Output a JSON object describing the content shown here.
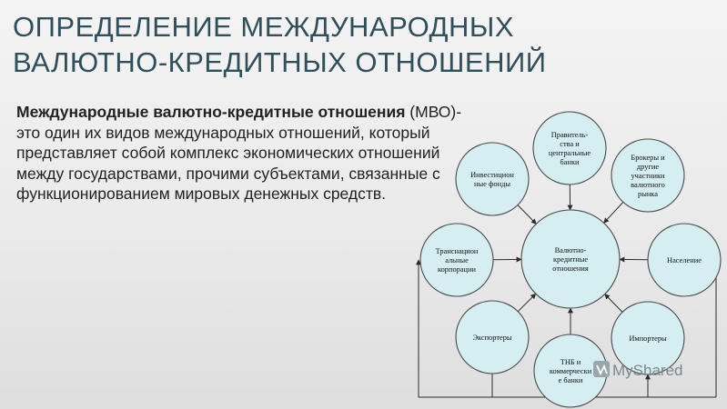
{
  "title": {
    "line1": "ОПРЕДЕЛЕНИЕ МЕЖДУНАРОДНЫХ",
    "line2": "ВАЛЮТНО-КРЕДИТНЫХ ОТНОШЕНИЙ"
  },
  "definition": {
    "term": "Международные валютно-кредитные отношения",
    "text": " (МВО)- это один их видов международных отношений, который представляет собой комплекс экономических отношений между государствами, прочими субъектами, связанные с функционированием мировых денежных средств."
  },
  "diagram": {
    "center": [
      "Валютно-",
      "кредитные",
      "отношения"
    ],
    "nodes": [
      {
        "id": "gov-banks",
        "lines": [
          "Правитель-",
          "ства и",
          "центральные",
          "банки"
        ]
      },
      {
        "id": "brokers",
        "lines": [
          "Брокеры и",
          "другие",
          "участники",
          "валютного",
          "рынка"
        ]
      },
      {
        "id": "population",
        "lines": [
          "Население"
        ]
      },
      {
        "id": "importers",
        "lines": [
          "Импортеры"
        ]
      },
      {
        "id": "tnb",
        "lines": [
          "ТНБ и",
          "коммерчески",
          "е банки"
        ]
      },
      {
        "id": "exporters",
        "lines": [
          "Экспортеры"
        ]
      },
      {
        "id": "tnc",
        "lines": [
          "Транснацион",
          "альные",
          "корпорации"
        ]
      },
      {
        "id": "investment-funds",
        "lines": [
          "Инвестицион",
          "ные фонды"
        ]
      }
    ]
  },
  "watermark": "MyShared"
}
